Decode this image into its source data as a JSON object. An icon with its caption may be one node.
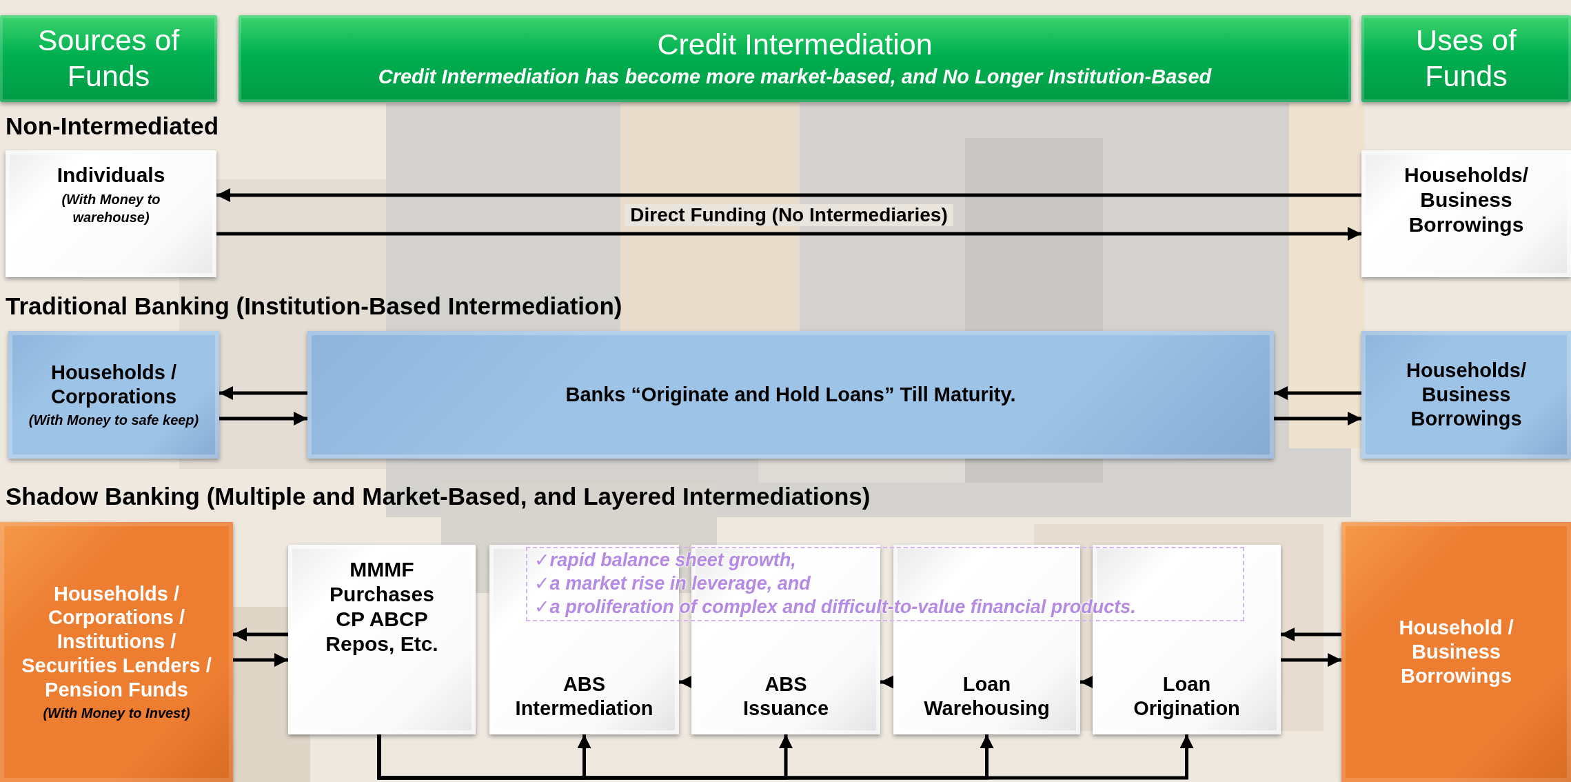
{
  "diagram": {
    "nodes": [
      {
        "text": [
          "Sources of Funds"
        ]
      },
      {
        "text": [
          "Credit Intermediation",
          "Credit Intermediation has become more market-based, and No Longer Institution-Based"
        ]
      },
      {
        "text": [
          "Uses of Funds"
        ]
      },
      {
        "text": [
          "Individuals",
          "(With Money to warehouse)"
        ]
      },
      {
        "text": [
          "Households/ Business Borrowings"
        ]
      },
      {
        "text": [
          "Households / Corporations",
          "(With Money to safe keep)"
        ]
      },
      {
        "text": [
          "Banks “Originate and Hold Loans” Till Maturity."
        ]
      },
      {
        "text": [
          "Households/ Business Borrowings"
        ]
      },
      {
        "text": [
          "Households / Corporations / Institutions / Securities Lenders / Pension Funds",
          "(With Money to Invest)"
        ]
      },
      {
        "text": [
          "MMMF Purchases CP ABCP Repos, Etc."
        ]
      },
      {
        "text": [
          "ABS Intermediation"
        ]
      },
      {
        "text": [
          "ABS Issuance"
        ]
      },
      {
        "text": [
          "Loan Warehousing"
        ]
      },
      {
        "text": [
          "Loan Origination"
        ]
      },
      {
        "text": [
          "Household / Business Borrowings"
        ]
      }
    ],
    "edges": [
      {
        "from": 4,
        "to": 3,
        "arrow": "to"
      },
      {
        "from": 3,
        "to": 4,
        "arrow": "to",
        "label": "Direct Funding (No Intermediaries)"
      },
      {
        "from": 6,
        "to": 5,
        "arrow": "to"
      },
      {
        "from": 5,
        "to": 6,
        "arrow": "to"
      },
      {
        "from": 7,
        "to": 6,
        "arrow": "to"
      },
      {
        "from": 6,
        "to": 7,
        "arrow": "to"
      },
      {
        "from": 9,
        "to": 8,
        "arrow": "to"
      },
      {
        "from": 8,
        "to": 9,
        "arrow": "to"
      },
      {
        "from": 14,
        "to": 13,
        "arrow": "to"
      },
      {
        "from": 13,
        "to": 14,
        "arrow": "to"
      },
      {
        "from": 13,
        "to": 12,
        "arrow": "to"
      },
      {
        "from": 12,
        "to": 11,
        "arrow": "to"
      },
      {
        "from": 11,
        "to": 10,
        "arrow": "to"
      },
      {
        "from": 9,
        "to": 10,
        "arrow": "to"
      },
      {
        "from": 9,
        "to": 11,
        "arrow": "to"
      },
      {
        "from": 9,
        "to": 12,
        "arrow": "to"
      },
      {
        "from": 9,
        "to": 13,
        "arrow": "to"
      }
    ],
    "labels": [
      "Non-Intermediated",
      "Traditional Banking (Institution-Based Intermediation)",
      "Shadow Banking (Multiple and Market-Based, and Layered Intermediations)",
      "✓rapid balance sheet growth,",
      "✓a market rise in leverage, and",
      "✓a proliferation of complex and difficult-to-value financial products."
    ]
  }
}
